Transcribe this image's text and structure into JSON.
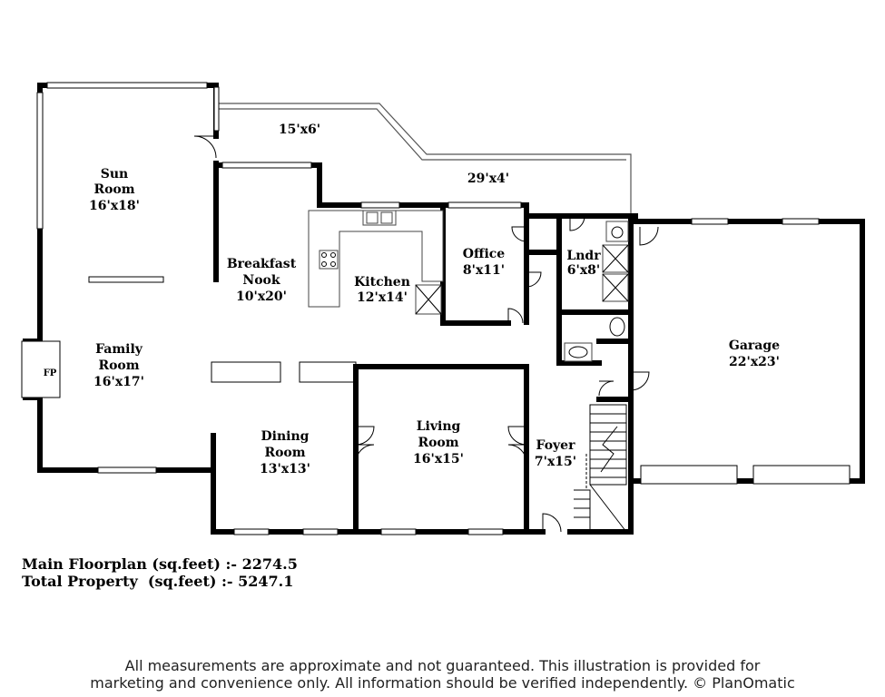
{
  "rooms": {
    "deck_upper": {
      "dims": "15'x6'"
    },
    "deck_lower": {
      "dims": "29'x4'"
    },
    "sun_room": {
      "name_1": "Sun",
      "name_2": "Room",
      "dims": "16'x18'"
    },
    "breakfast_nook": {
      "name_1": "Breakfast",
      "name_2": "Nook",
      "dims": "10'x20'"
    },
    "kitchen": {
      "name": "Kitchen",
      "dims": "12'x14'"
    },
    "office": {
      "name": "Office",
      "dims": "8'x11'"
    },
    "laundry": {
      "name": "Lndr",
      "dims": "6'x8'"
    },
    "family_room": {
      "name_1": "Family",
      "name_2": "Room",
      "dims": "16'x17'"
    },
    "fireplace": {
      "label": "FP"
    },
    "dining_room": {
      "name_1": "Dining",
      "name_2": "Room",
      "dims": "13'x13'"
    },
    "living_room": {
      "name_1": "Living",
      "name_2": "Room",
      "dims": "16'x15'"
    },
    "foyer": {
      "name": "Foyer",
      "dims": "7'x15'"
    },
    "garage": {
      "name": "Garage",
      "dims": "22'x23'"
    }
  },
  "summary": {
    "main_floorplan": "Main Floorplan (sq.feet) :- 2274.5",
    "total_property": "Total Property  (sq.feet) :- 5247.1"
  },
  "disclaimer": {
    "line1": "All measurements are approximate and not guaranteed. This illustration is provided for",
    "line2": "marketing and convenience only. All information should be verified independently. © PlanOmatic"
  }
}
